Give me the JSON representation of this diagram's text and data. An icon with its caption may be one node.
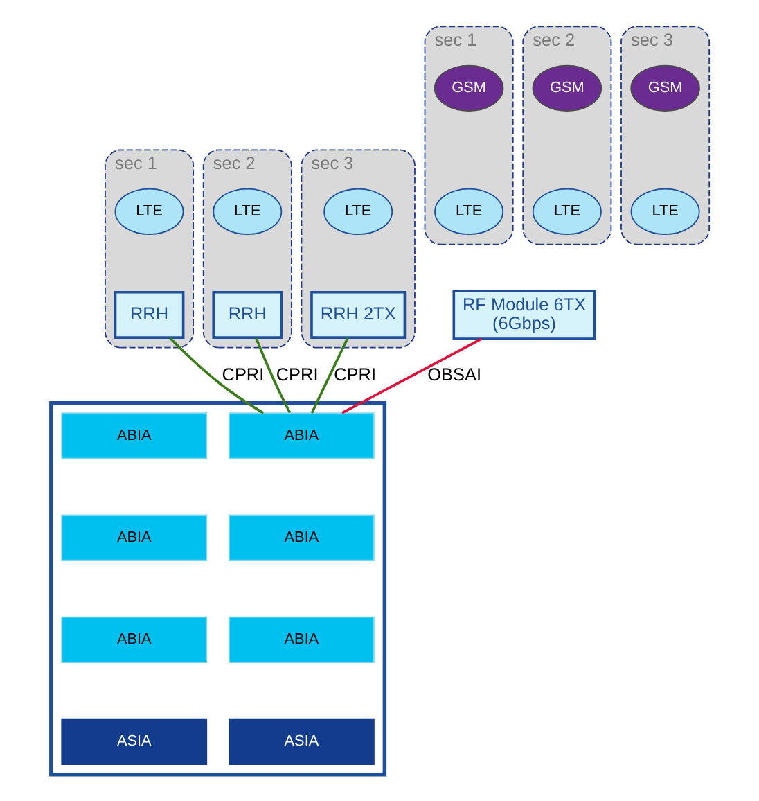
{
  "diagram": {
    "nodes": [
      {
        "text": [
          "sec 1"
        ]
      },
      {
        "text": [
          "GSM"
        ],
        "in": 0
      },
      {
        "text": [
          "LTE"
        ],
        "in": 0
      },
      {
        "text": [
          "sec 2"
        ]
      },
      {
        "text": [
          "GSM"
        ],
        "in": 3
      },
      {
        "text": [
          "LTE"
        ],
        "in": 3
      },
      {
        "text": [
          "sec 3"
        ]
      },
      {
        "text": [
          "GSM"
        ],
        "in": 6
      },
      {
        "text": [
          "LTE"
        ],
        "in": 6
      },
      {
        "text": [
          "RF Module 6TX",
          "(6Gbps)"
        ]
      },
      {
        "text": [
          "sec 1"
        ]
      },
      {
        "text": [
          "LTE"
        ],
        "in": 10
      },
      {
        "text": [
          "RRH"
        ],
        "in": 10
      },
      {
        "text": [
          "sec 2"
        ]
      },
      {
        "text": [
          "LTE"
        ],
        "in": 13
      },
      {
        "text": [
          "RRH"
        ],
        "in": 13
      },
      {
        "text": [
          "sec 3"
        ]
      },
      {
        "text": [
          "LTE"
        ],
        "in": 16
      },
      {
        "text": [
          "RRH 2TX"
        ],
        "in": 16
      },
      {
        "text": [],
        "shape": "box"
      },
      {
        "text": [
          "ABIA"
        ],
        "in": 19
      },
      {
        "text": [
          "ABIA"
        ],
        "in": 19
      },
      {
        "text": [
          "ABIA"
        ],
        "in": 19
      },
      {
        "text": [
          "ABIA"
        ],
        "in": 19
      },
      {
        "text": [
          "ABIA"
        ],
        "in": 19
      },
      {
        "text": [
          "ABIA"
        ],
        "in": 19
      },
      {
        "text": [
          "ASIA"
        ],
        "in": 19
      },
      {
        "text": [
          "ASIA"
        ],
        "in": 19
      }
    ],
    "edges": [
      {
        "from": 9,
        "to": 20,
        "arrow": "none",
        "label": "OBSAI",
        "color": "#e0103a"
      },
      {
        "from": 12,
        "to": 20,
        "arrow": "none",
        "label": "CPRI"
      },
      {
        "from": 15,
        "to": 20,
        "arrow": "none",
        "label": "CPRI"
      },
      {
        "from": 18,
        "to": 20,
        "arrow": "none",
        "label": "CPRI"
      }
    ]
  }
}
